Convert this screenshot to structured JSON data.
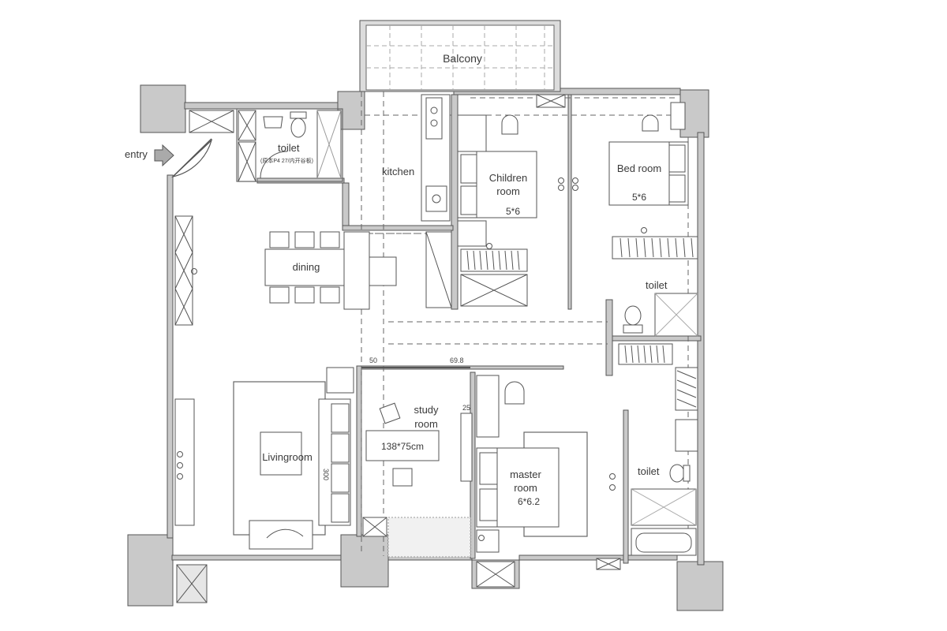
{
  "rooms": {
    "balcony": "Balcony",
    "entry": "entry",
    "toilet_entry": "toilet",
    "toilet_entry_note": "(原本P4 27/内开谷板)",
    "kitchen": "kitchen",
    "children_name_1": "Children",
    "children_name_2": "room",
    "children_size": "5*6",
    "bedroom_name": "Bed room",
    "bedroom_size": "5*6",
    "dining": "dining",
    "toilet_right": "toilet",
    "study_name_1": "study",
    "study_name_2": "room",
    "desk_size": "138*75cm",
    "livingroom": "Livingroom",
    "master_name_1": "master",
    "master_name_2": "room",
    "master_size": "6*6.2",
    "toilet_master": "toilet"
  },
  "dimensions": {
    "d50": "50",
    "d698": "69.8",
    "d25": "25",
    "d300": "300"
  },
  "colors": {
    "wall": "#c9c9c9",
    "line": "#555555",
    "background": "#ffffff"
  },
  "icons": [
    "entry-arrow-icon",
    "door-swing-icon",
    "storage-x-icon",
    "chair-icon",
    "sofa-icon",
    "toilet-fixture-icon",
    "bathtub-icon"
  ]
}
